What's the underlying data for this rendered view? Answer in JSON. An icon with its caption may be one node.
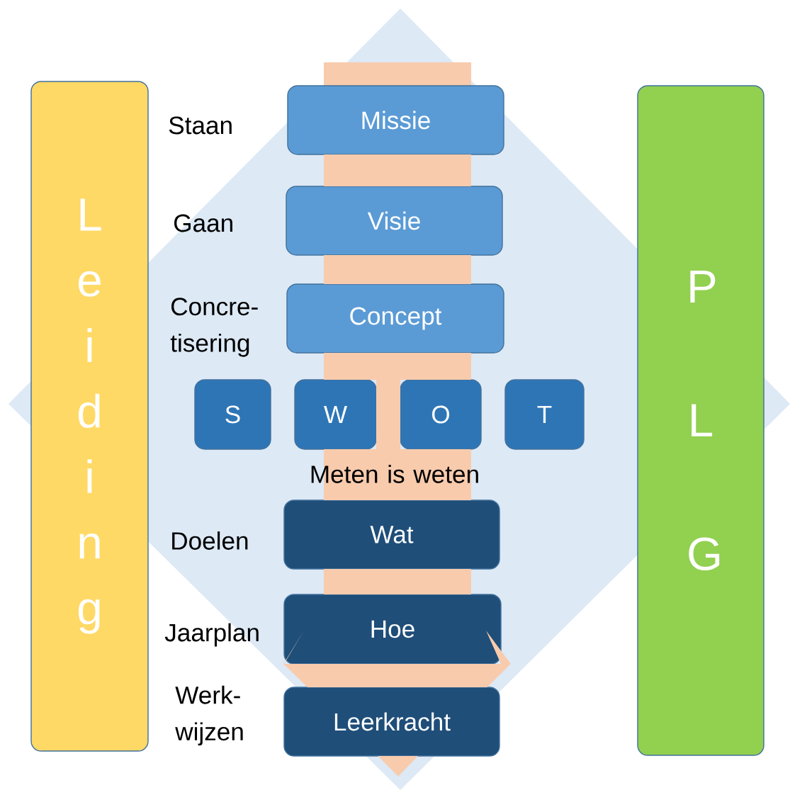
{
  "diagram": {
    "nodes": [
      {
        "text": [
          "L e i d i n g"
        ]
      },
      {
        "text": [
          "Missie"
        ]
      },
      {
        "text": [
          "Visie"
        ]
      },
      {
        "text": [
          "Concept"
        ]
      },
      {
        "text": [
          "S"
        ]
      },
      {
        "text": [
          "W"
        ]
      },
      {
        "text": [
          "O"
        ]
      },
      {
        "text": [
          "T"
        ]
      },
      {
        "text": [
          "Wat"
        ]
      },
      {
        "text": [
          "Hoe"
        ]
      },
      {
        "text": [
          "Leerkracht"
        ]
      },
      {
        "text": [
          "P L G"
        ]
      }
    ],
    "edges": [
      {
        "from": 1,
        "to": 10,
        "arrow": "to"
      }
    ],
    "labels": [
      "Staan",
      "Gaan",
      "Concre-tisering",
      "Meten is weten",
      "Doelen",
      "Jaarplan",
      "Werk-wijzen"
    ]
  }
}
